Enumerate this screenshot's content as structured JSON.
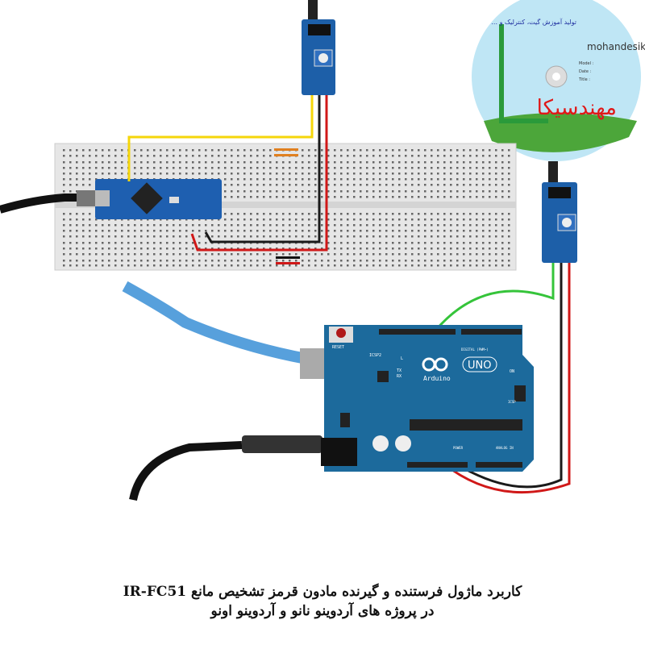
{
  "caption": {
    "line1": "کاربرد ماژول فرستنده و  گیرنده مادون قرمز تشخیص مانع IR-FC51",
    "line2": "در پروژه های آردوینو نانو و آردوینو اونو"
  },
  "logo": {
    "site": "mohandesika",
    "persian_name": "مهندسیکا",
    "tagline": "تولید آموزش گیت، کنترلیک و ...",
    "fields": [
      "Model :",
      "Date :",
      "Title :"
    ]
  },
  "uno": {
    "reset": "RESET",
    "icsp2": "ICSP2",
    "led_l": "L",
    "led_tx": "TX",
    "led_rx": "RX",
    "brand": "Arduino",
    "model": "UNO",
    "digital": "DIGITAL (PWM~)",
    "on": "ON",
    "icsp": "ICSP",
    "power": "POWER",
    "analog": "ANALOG IN"
  },
  "colors": {
    "board_blue": "#1c6a9c",
    "sensor_blue": "#1d5fa8",
    "wire_yellow": "#f5d60a",
    "wire_red": "#d01818",
    "wire_black": "#1a1a1a",
    "wire_green": "#35c43a",
    "usb_blue": "#3a8fd6"
  }
}
